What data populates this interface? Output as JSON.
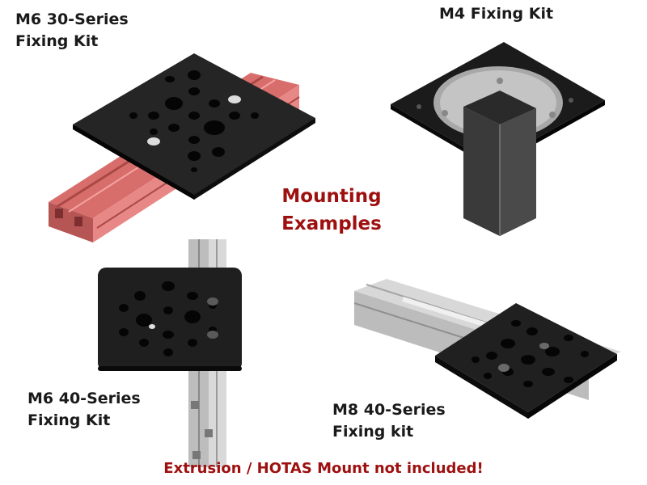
{
  "labels": {
    "m6_30": {
      "line1": "M6 30-Series",
      "line2": "Fixing Kit"
    },
    "m4": {
      "line1": "M4 Fixing Kit"
    },
    "m6_40": {
      "line1": "M6 40-Series",
      "line2": "Fixing Kit"
    },
    "m8_40": {
      "line1": "M8 40-Series",
      "line2": "Fixing kit"
    }
  },
  "center_title": {
    "line1": "Mounting",
    "line2": "Examples"
  },
  "footer_note": "Extrusion / HOTAS Mount not included!",
  "colors": {
    "accent_red": "#9e1010",
    "plate": "#1e1e1e",
    "red_extrusion": "#e07a78",
    "grey_extrusion": "#c9c9c9"
  },
  "icons": [
    "plate-icon",
    "extrusion-icon",
    "square-tube-icon"
  ]
}
